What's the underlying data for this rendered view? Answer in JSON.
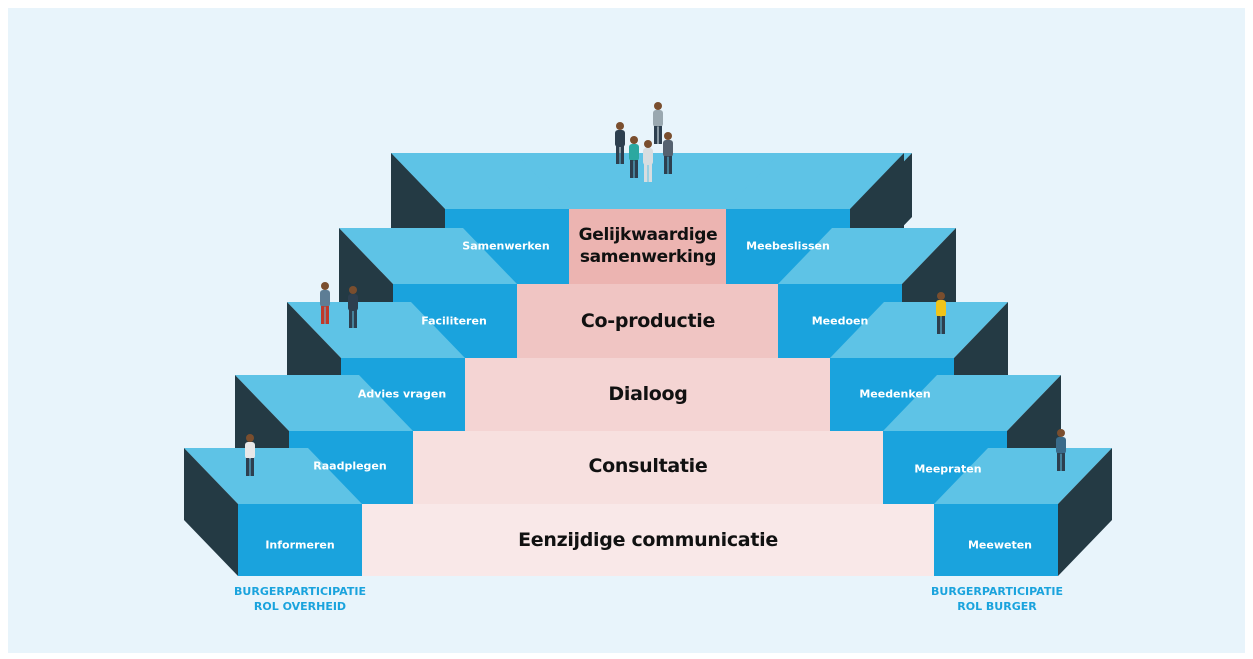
{
  "levels": [
    {
      "label": "Eenzijdige communicatie",
      "left": "Informeren",
      "right": "Meeweten"
    },
    {
      "label": "Consultatie",
      "left": "Raadplegen",
      "right": "Meepraten"
    },
    {
      "label": "Dialoog",
      "left": "Advies vragen",
      "right": "Meedenken"
    },
    {
      "label": "Co-productie",
      "left": "Faciliteren",
      "right": "Meedoen"
    },
    {
      "label": "Gelijkwaardige samenwerking",
      "left": "Samenwerken",
      "right": "Meebeslissen"
    }
  ],
  "roles": {
    "left_line1": "BURGERPARTICIPATIE",
    "left_line2": "ROL OVERHEID",
    "right_line1": "BURGERPARTICIPATIE",
    "right_line2": "ROL BURGER"
  },
  "colors": {
    "background": "#e8f4fb",
    "step_front": "#1aa3dd",
    "step_top": "#5ec3e6",
    "step_side": "#243a44",
    "level_colors": [
      "#f9e8e8",
      "#f7e0df",
      "#f4d4d3",
      "#f0c5c3",
      "#ecb4b1"
    ],
    "role_text": "#1aa3dd"
  }
}
